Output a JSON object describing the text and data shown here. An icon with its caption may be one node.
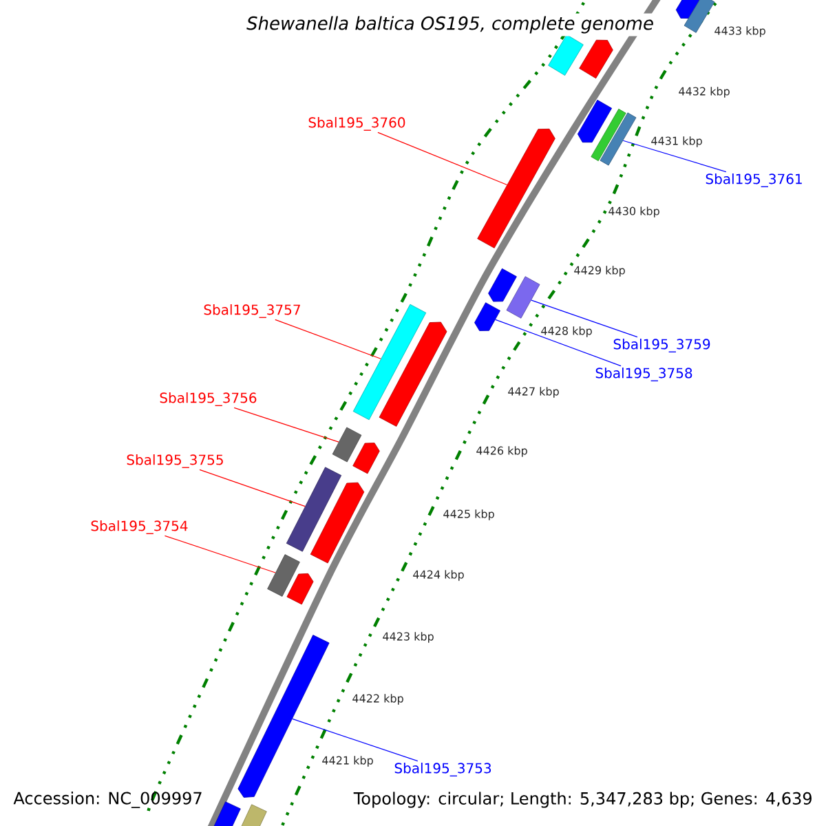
{
  "diagram": {
    "title": "Shewanella baltica OS195, complete genome",
    "nodes": [
      {
        "text": [
          "Sbal195_3760"
        ]
      },
      {
        "text": [
          "Sbal195_3761"
        ]
      },
      {
        "text": [
          "Sbal195_3759"
        ]
      },
      {
        "text": [
          "Sbal195_3758"
        ]
      },
      {
        "text": [
          "Sbal195_3757"
        ]
      },
      {
        "text": [
          "Sbal195_3756"
        ]
      },
      {
        "text": [
          "Sbal195_3755"
        ]
      },
      {
        "text": [
          "Sbal195_3754"
        ]
      },
      {
        "text": [
          "Sbal195_3753"
        ]
      },
      {
        "text": [],
        "shape": "bar"
      },
      {
        "text": [],
        "shape": "bar"
      },
      {
        "text": [],
        "shape": "bar"
      },
      {
        "text": [],
        "shape": "bar"
      },
      {
        "text": [],
        "shape": "bar"
      },
      {
        "text": [],
        "shape": "bar"
      },
      {
        "text": [],
        "shape": "bar"
      },
      {
        "text": [],
        "shape": "bar"
      },
      {
        "text": [],
        "shape": "bar"
      },
      {
        "text": [],
        "shape": "bar"
      },
      {
        "text": [],
        "shape": "bar"
      },
      {
        "text": [],
        "shape": "bar"
      },
      {
        "text": [],
        "shape": "bar"
      },
      {
        "text": [],
        "shape": "bar"
      },
      {
        "text": [],
        "shape": "bar"
      },
      {
        "text": [],
        "shape": "bar"
      },
      {
        "text": [],
        "shape": "bar"
      },
      {
        "text": [],
        "shape": "bar"
      },
      {
        "text": [],
        "shape": "bar"
      },
      {
        "text": [],
        "shape": "bar"
      },
      {
        "text": [],
        "shape": "bar"
      },
      {
        "text": [],
        "shape": "bar"
      }
    ],
    "edges": [
      {
        "from": 0,
        "to": 16,
        "arrow": "none"
      },
      {
        "from": 1,
        "to": 15,
        "arrow": "none",
        "color": "#0000ff"
      },
      {
        "from": 2,
        "to": 18,
        "arrow": "none",
        "color": "#0000ff"
      },
      {
        "from": 3,
        "to": 19,
        "arrow": "none",
        "color": "#0000ff"
      },
      {
        "from": 4,
        "to": 20,
        "arrow": "none"
      },
      {
        "from": 5,
        "to": 22,
        "arrow": "none"
      },
      {
        "from": 6,
        "to": 24,
        "arrow": "none"
      },
      {
        "from": 7,
        "to": 26,
        "arrow": "none"
      },
      {
        "from": 8,
        "to": 28,
        "arrow": "none",
        "color": "#0000ff"
      }
    ],
    "labels": [
      "4433 kbp",
      "4432 kbp",
      "4431 kbp",
      "4430 kbp",
      "4429 kbp",
      "4428 kbp",
      "4427 kbp",
      "4426 kbp",
      "4425 kbp",
      "4424 kbp",
      "4423 kbp",
      "4422 kbp",
      "4421 kbp",
      "Accession: NC_009997",
      "Topology: circular; Length: 5,347,283 bp; Genes: 4,639"
    ]
  }
}
